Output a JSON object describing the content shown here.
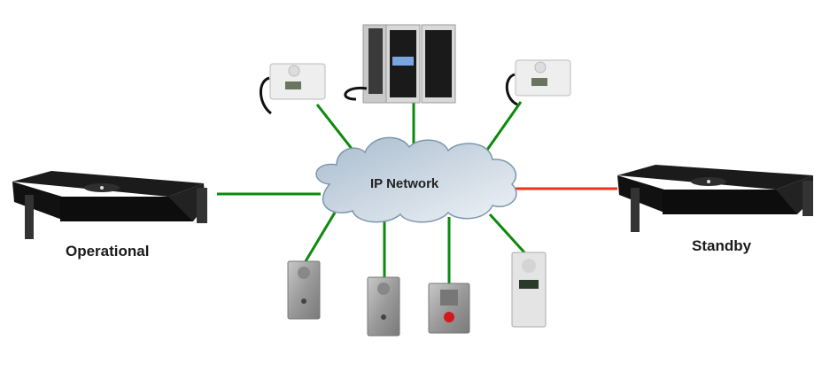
{
  "diagram": {
    "cloud": {
      "label": "IP Network"
    },
    "servers": [
      {
        "label": "Operational",
        "link_color": "#0b8a0b"
      },
      {
        "label": "Standby",
        "link_color": "#e8341c"
      }
    ],
    "devices": [
      "desk-intercom-left",
      "master-station-with-handset",
      "desk-intercom-right",
      "wall-substation-1",
      "wall-substation-2",
      "emergency-button-station",
      "door-station-keypad"
    ],
    "colors": {
      "active_link": "#0b8a0b",
      "standby_link": "#e8341c",
      "cloud_fill": "#d4dde8",
      "cloud_stroke": "#7d97ad"
    }
  }
}
